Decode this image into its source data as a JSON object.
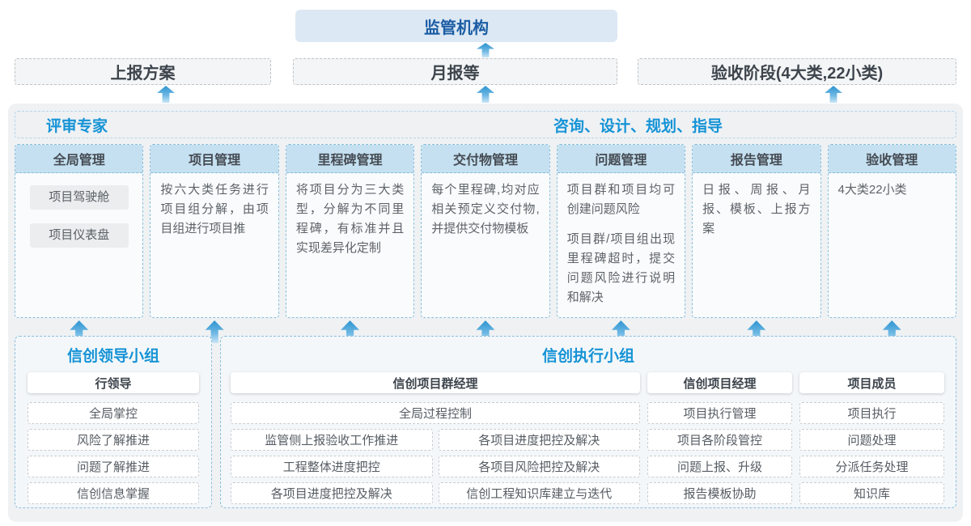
{
  "colors": {
    "accent_blue": "#1593d6",
    "dark_blue": "#1b5da4",
    "regulator_bg": "#dce8f4",
    "panel_bg": "#eff1f3",
    "column_header_bg": "#c5e0f0",
    "dashed_blue_border": "#86bedd",
    "arrow_blue": "#2d94d1"
  },
  "top": {
    "regulator": "监管机构",
    "report_plan": "上报方案",
    "monthly": "月报等",
    "acceptance": "验收阶段(4大类,22小类)"
  },
  "middle": {
    "review_expert": "评审专家",
    "consult": "咨询、设计、规划、指导",
    "columns": [
      {
        "title": "全局管理",
        "pills": [
          "项目驾驶舱",
          "项目仪表盘"
        ]
      },
      {
        "title": "项目管理",
        "paragraphs": [
          "按六大类任务进行项目组分解，由项目组进行项目推"
        ]
      },
      {
        "title": "里程碑管理",
        "paragraphs": [
          "将项目分为三大类型，分解为不同里程碑，有标准并且实现差异化定制"
        ]
      },
      {
        "title": "交付物管理",
        "paragraphs": [
          "每个里程碑,均对应相关预定义交付物,并提供交付物模板"
        ]
      },
      {
        "title": "问题管理",
        "paragraphs": [
          "项目群和项目均可创建问题风险",
          "项目群/项目组出现里程碑超时，提交问题风险进行说明和解决"
        ]
      },
      {
        "title": "报告管理",
        "paragraphs": [
          "日报、周报、月报、模板、上报方案"
        ]
      },
      {
        "title": "验收管理",
        "paragraphs": [
          "4大类22小类"
        ]
      }
    ]
  },
  "bottom": {
    "leader": {
      "title": "信创领导小组",
      "role": "行领导",
      "items": [
        "全局掌控",
        "风险了解推进",
        "问题了解推进",
        "信创信息掌握"
      ]
    },
    "exec": {
      "title": "信创执行小组",
      "pg": {
        "role": "信创项目群经理",
        "full": "全局过程控制",
        "col1": [
          "监管侧上报验收工作推进",
          "工程整体进度把控",
          "各项目进度把控及解决"
        ],
        "col2": [
          "各项目进度把控及解决",
          "各项目风险把控及解决",
          "信创工程知识库建立与迭代"
        ]
      },
      "pm": {
        "role": "信创项目经理",
        "items": [
          "项目执行管理",
          "项目各阶段管控",
          "问题上报、升级",
          "报告模板协助"
        ]
      },
      "member": {
        "role": "项目成员",
        "items": [
          "项目执行",
          "问题处理",
          "分派任务处理",
          "知识库"
        ]
      }
    }
  }
}
